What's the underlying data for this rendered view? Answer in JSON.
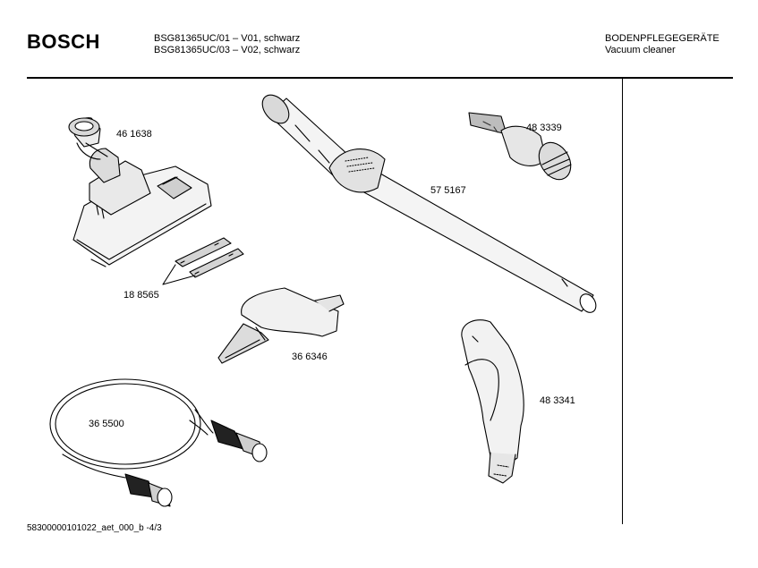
{
  "header": {
    "brand": "BOSCH",
    "models": [
      "BSG81365UC/01 – V01, schwarz",
      "BSG81365UC/03 – V02, schwarz"
    ],
    "category_de": "BODENPFLEGEGERÄTE",
    "category_en": "Vacuum cleaner"
  },
  "parts": [
    {
      "number": "46 1638",
      "icon": "floor-nozzle-icon"
    },
    {
      "number": "18 8565",
      "icon": "brush-strips-icon"
    },
    {
      "number": "57 5167",
      "icon": "telescopic-tube-icon"
    },
    {
      "number": "48 3339",
      "icon": "upholstery-nozzle-icon"
    },
    {
      "number": "36 6346",
      "icon": "crevice-nozzle-icon"
    },
    {
      "number": "36 5500",
      "icon": "suction-hose-icon"
    },
    {
      "number": "48 3341",
      "icon": "hose-handle-icon"
    }
  ],
  "footer": {
    "document_id": "58300000101022_aet_000_b -4/3"
  }
}
